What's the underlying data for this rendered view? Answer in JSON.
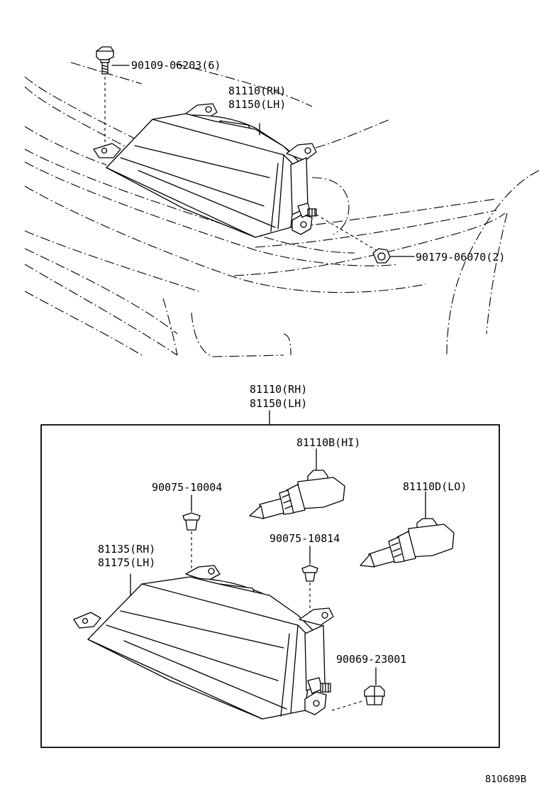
{
  "labels": {
    "bolt_top": "90109-06203(6)",
    "headlamp_top_rh": "81110(RH)",
    "headlamp_top_lh": "81150(LH)",
    "nut_top": "90179-06070(2)",
    "headlamp_assy_rh": "81110(RH)",
    "headlamp_assy_lh": "81150(LH)",
    "bulb_hi": "81110B(HI)",
    "bulb_lo": "81110D(LO)",
    "clip_a": "90075-10004",
    "clip_b": "90075-10814",
    "housing_rh": "81135(RH)",
    "housing_lh": "81175(LH)",
    "nut_bottom": "90069-23001",
    "diagram_ref": "810689B"
  }
}
